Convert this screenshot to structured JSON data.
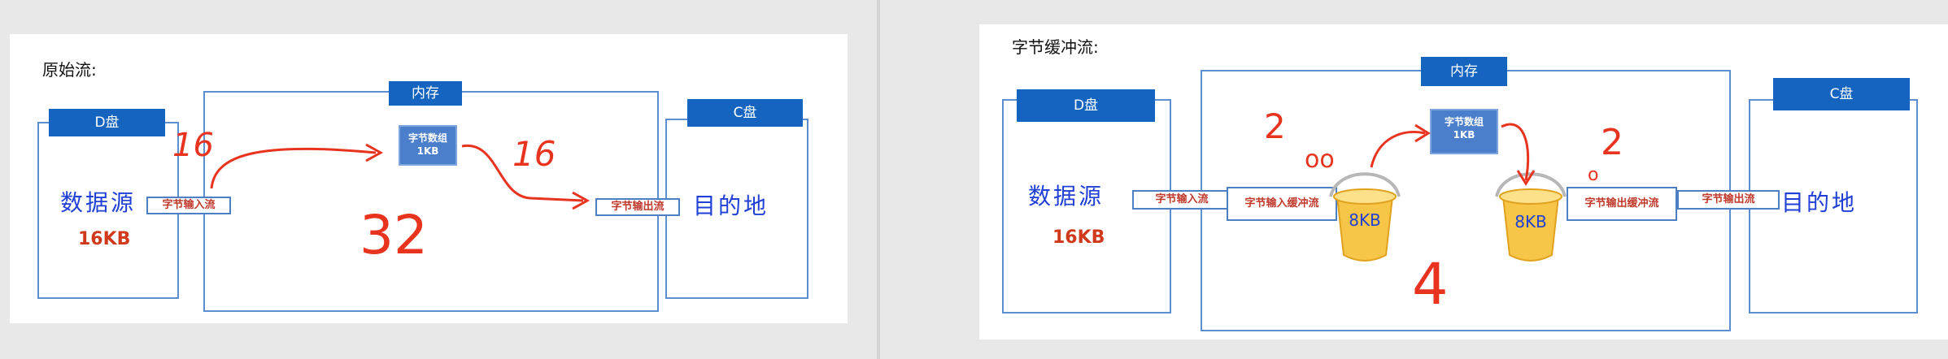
{
  "left": {
    "heading": "原始流:",
    "d_disk": "D盘",
    "memory": "内存",
    "c_disk": "C盘",
    "byte_array": "字节数组\n1KB",
    "source": "数据源",
    "source_size": "16KB",
    "input_stream": "字节输入流",
    "output_stream": "字节输出流",
    "destination": "目的地",
    "annotations": {
      "read_count": "16",
      "write_count": "16",
      "total": "32"
    }
  },
  "right": {
    "heading": "字节缓冲流:",
    "d_disk": "D盘",
    "memory": "内存",
    "c_disk": "C盘",
    "byte_array": "字节数组\n1KB",
    "source": "数据源",
    "source_size": "16KB",
    "input_stream": "字节输入流",
    "buffered_input": "字节输入缓冲流",
    "buffered_output": "字节输出缓冲流",
    "output_stream": "字节输出流",
    "destination": "目的地",
    "bucket_left": "8KB",
    "bucket_right": "8KB",
    "annotations": {
      "left_count": "2",
      "right_count": "2",
      "total": "4",
      "left_mark": "oo",
      "right_mark": "o"
    }
  },
  "colors": {
    "header_blue": "#1565c0",
    "box_border": "#5b8fd0",
    "stream_text": "#c0392b",
    "ink_red": "#e8331f",
    "ink_blue": "#1f3fd6",
    "bucket": "#f7c548"
  }
}
